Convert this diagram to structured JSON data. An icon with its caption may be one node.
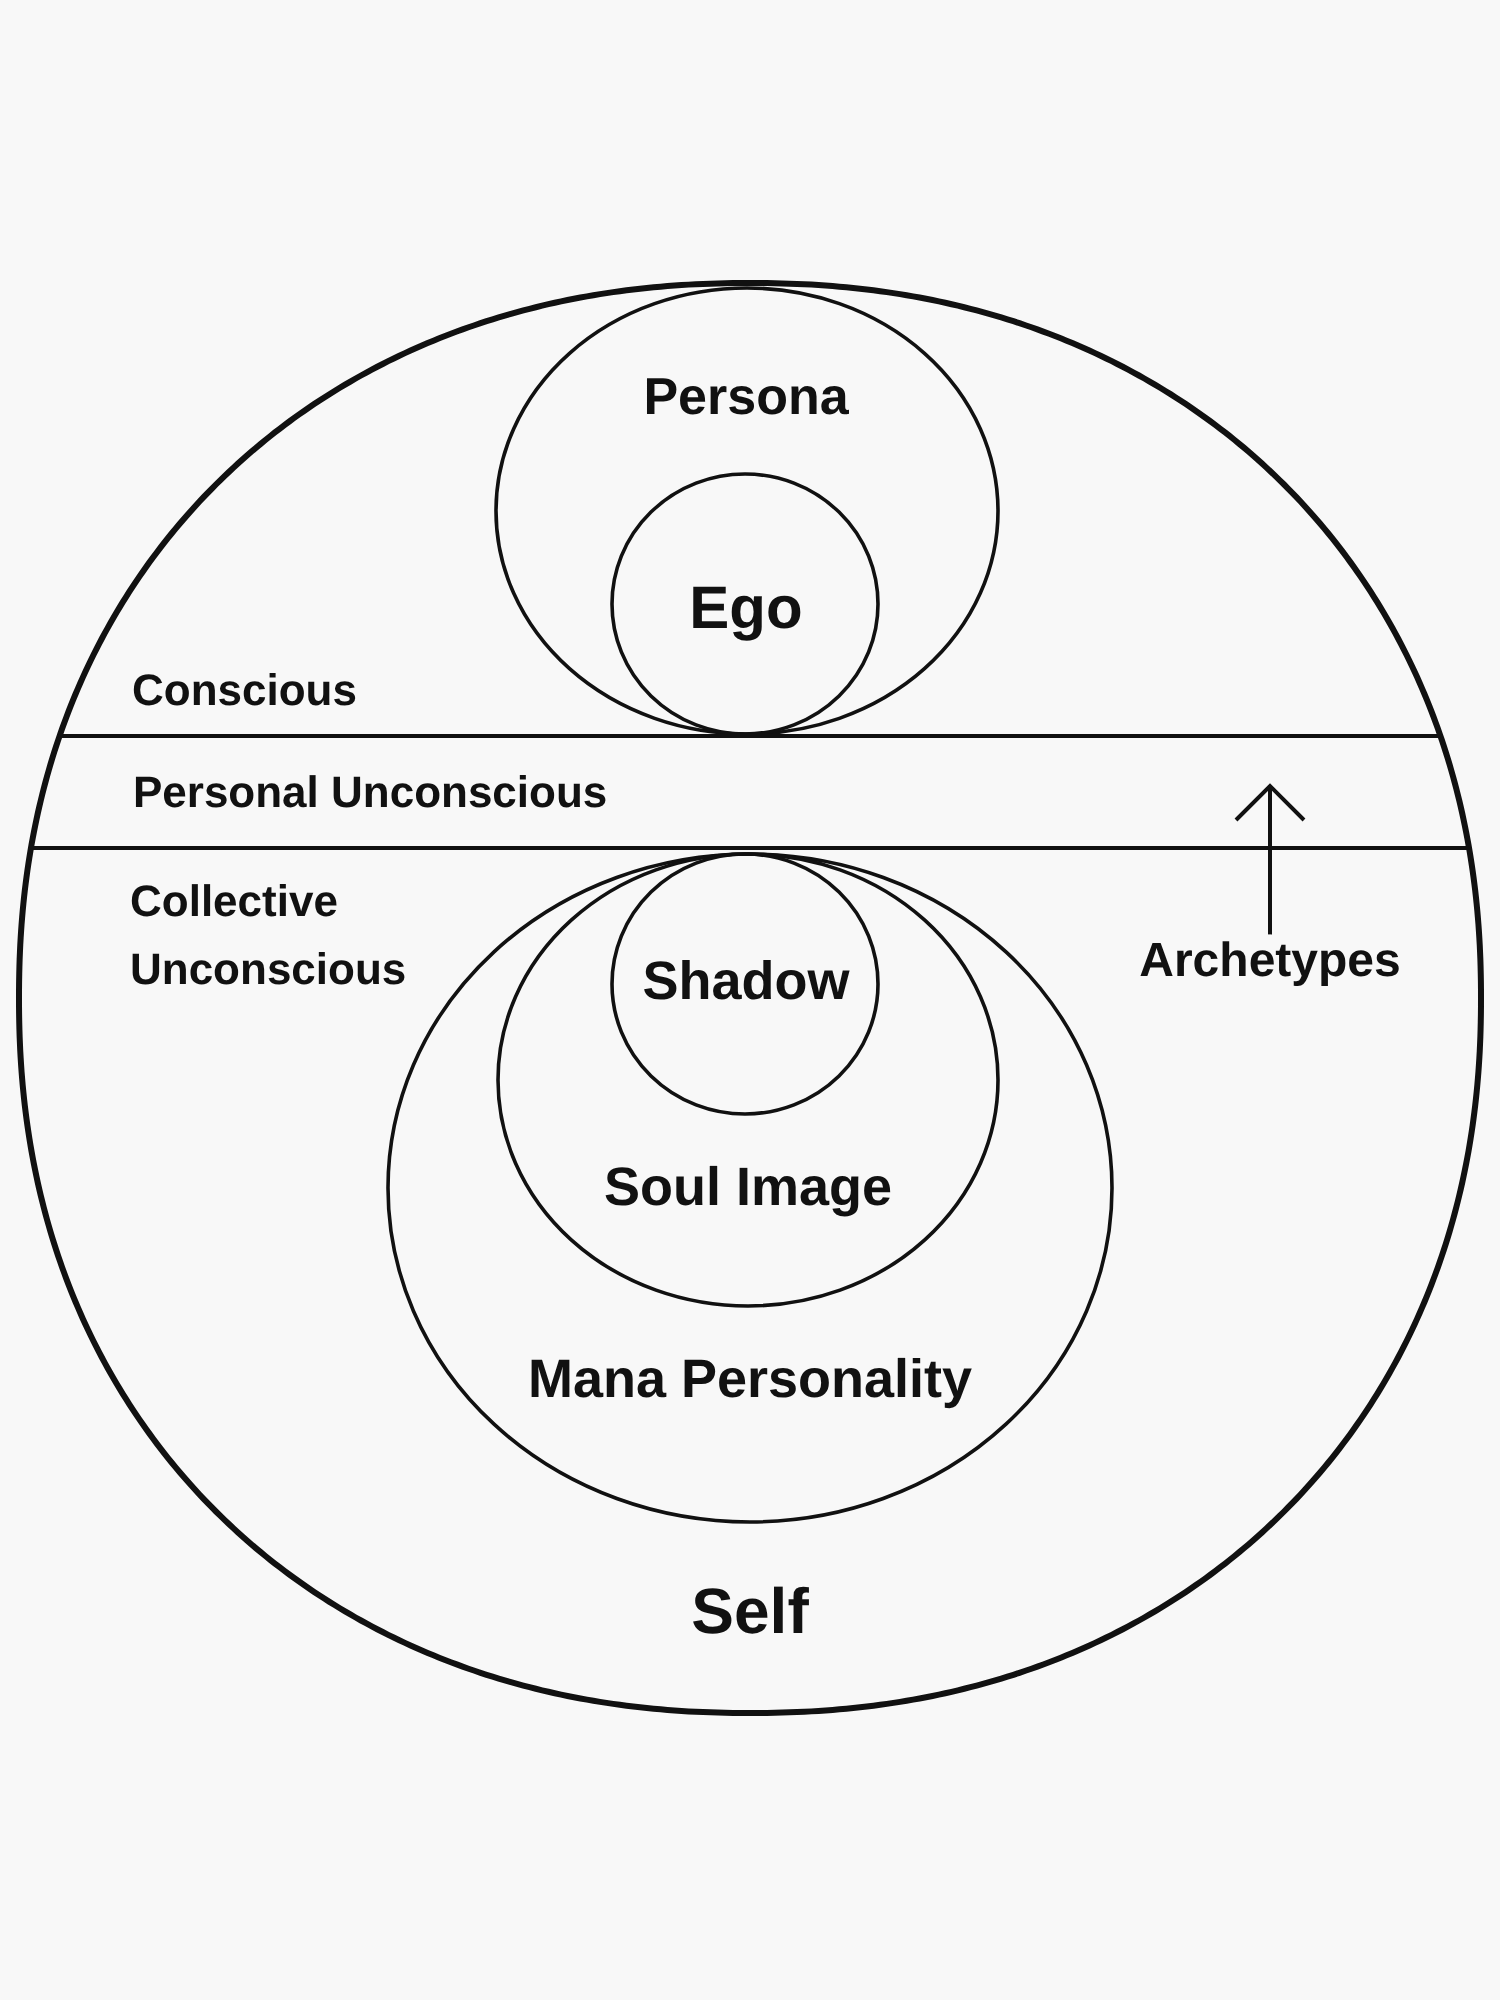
{
  "diagram": {
    "nodes": [
      {
        "text": [
          "Self"
        ]
      },
      {
        "text": [
          "Persona"
        ],
        "in": 0
      },
      {
        "text": [
          "Ego"
        ],
        "in": 1
      },
      {
        "text": [
          "Personal Unconscious"
        ],
        "in": 0
      },
      {
        "text": [
          "Mana Personality"
        ],
        "in": 0
      },
      {
        "text": [
          "Soul Image"
        ],
        "in": 4
      },
      {
        "text": [
          "Shadow"
        ],
        "in": 5
      },
      {
        "text": [
          "Archetypes"
        ],
        "in": 0
      }
    ],
    "edges": [
      {
        "from": 7,
        "to": 3,
        "arrow": "to"
      }
    ],
    "labels": [
      "Conscious",
      "Collective Unconscious"
    ]
  }
}
